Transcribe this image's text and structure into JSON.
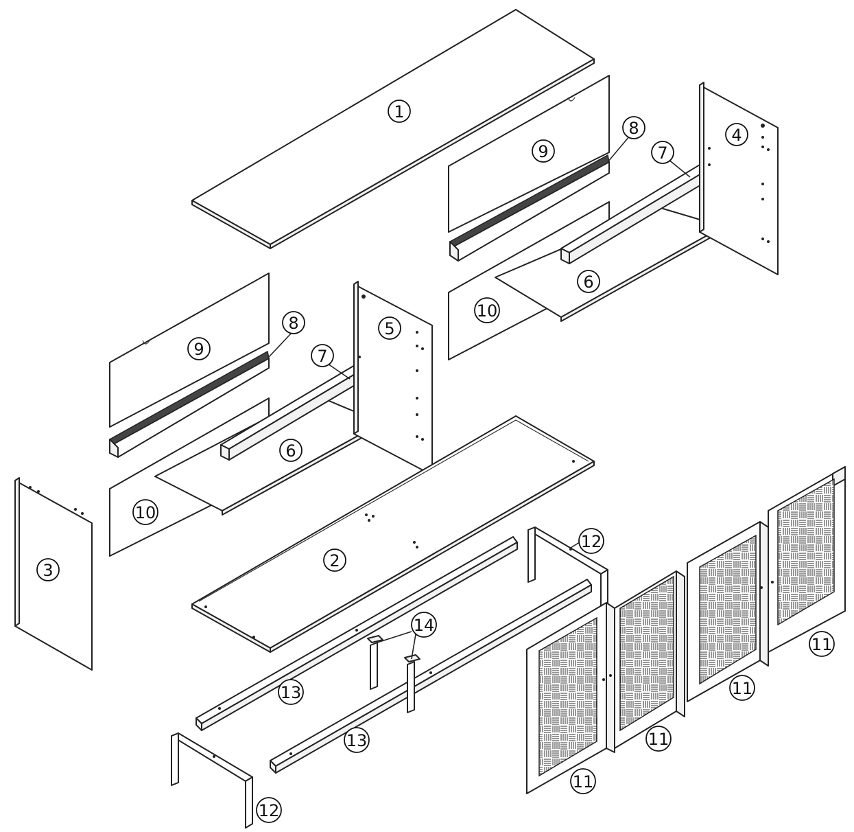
{
  "diagram": {
    "type": "exploded-assembly",
    "part_numbers": [
      {
        "id": "c1",
        "label": "1"
      },
      {
        "id": "c2",
        "label": "2"
      },
      {
        "id": "c3",
        "label": "3"
      },
      {
        "id": "c4",
        "label": "4"
      },
      {
        "id": "c5",
        "label": "5"
      },
      {
        "id": "c6a",
        "label": "6"
      },
      {
        "id": "c6b",
        "label": "6"
      },
      {
        "id": "c7a",
        "label": "7"
      },
      {
        "id": "c7b",
        "label": "7"
      },
      {
        "id": "c8a",
        "label": "8"
      },
      {
        "id": "c8b",
        "label": "8"
      },
      {
        "id": "c9a",
        "label": "9"
      },
      {
        "id": "c9b",
        "label": "9"
      },
      {
        "id": "c10a",
        "label": "10"
      },
      {
        "id": "c10b",
        "label": "10"
      },
      {
        "id": "c11a",
        "label": "11"
      },
      {
        "id": "c11b",
        "label": "11"
      },
      {
        "id": "c11c",
        "label": "11"
      },
      {
        "id": "c11d",
        "label": "11"
      },
      {
        "id": "c12a",
        "label": "12"
      },
      {
        "id": "c12b",
        "label": "12"
      },
      {
        "id": "c13a",
        "label": "13"
      },
      {
        "id": "c13b",
        "label": "13"
      },
      {
        "id": "c14",
        "label": "14"
      }
    ]
  }
}
